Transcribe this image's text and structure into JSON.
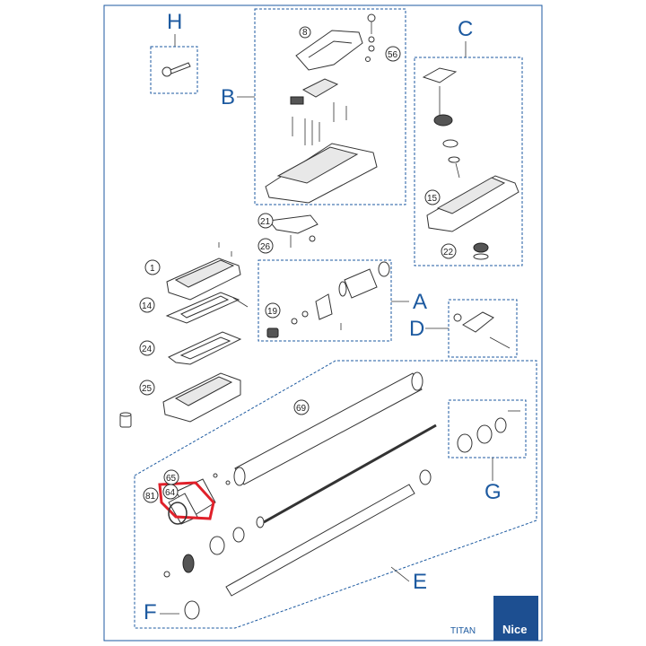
{
  "groups": {
    "A": "A",
    "B": "B",
    "C": "C",
    "D": "D",
    "E": "E",
    "F": "F",
    "G": "G",
    "H": "H"
  },
  "callouts": {
    "c1": "1",
    "c8": "8",
    "c14": "14",
    "c15": "15",
    "c19": "19",
    "c21": "21",
    "c22": "22",
    "c24": "24",
    "c25": "25",
    "c26": "26",
    "c56": "56",
    "c64": "64",
    "c65": "65",
    "c69": "69",
    "c81": "81"
  },
  "footer": {
    "model": "TITAN",
    "brand": "Nice"
  },
  "colors": {
    "accent": "#1d5aa0",
    "highlight": "#e0202a",
    "brand_bg": "#1d4f91"
  }
}
